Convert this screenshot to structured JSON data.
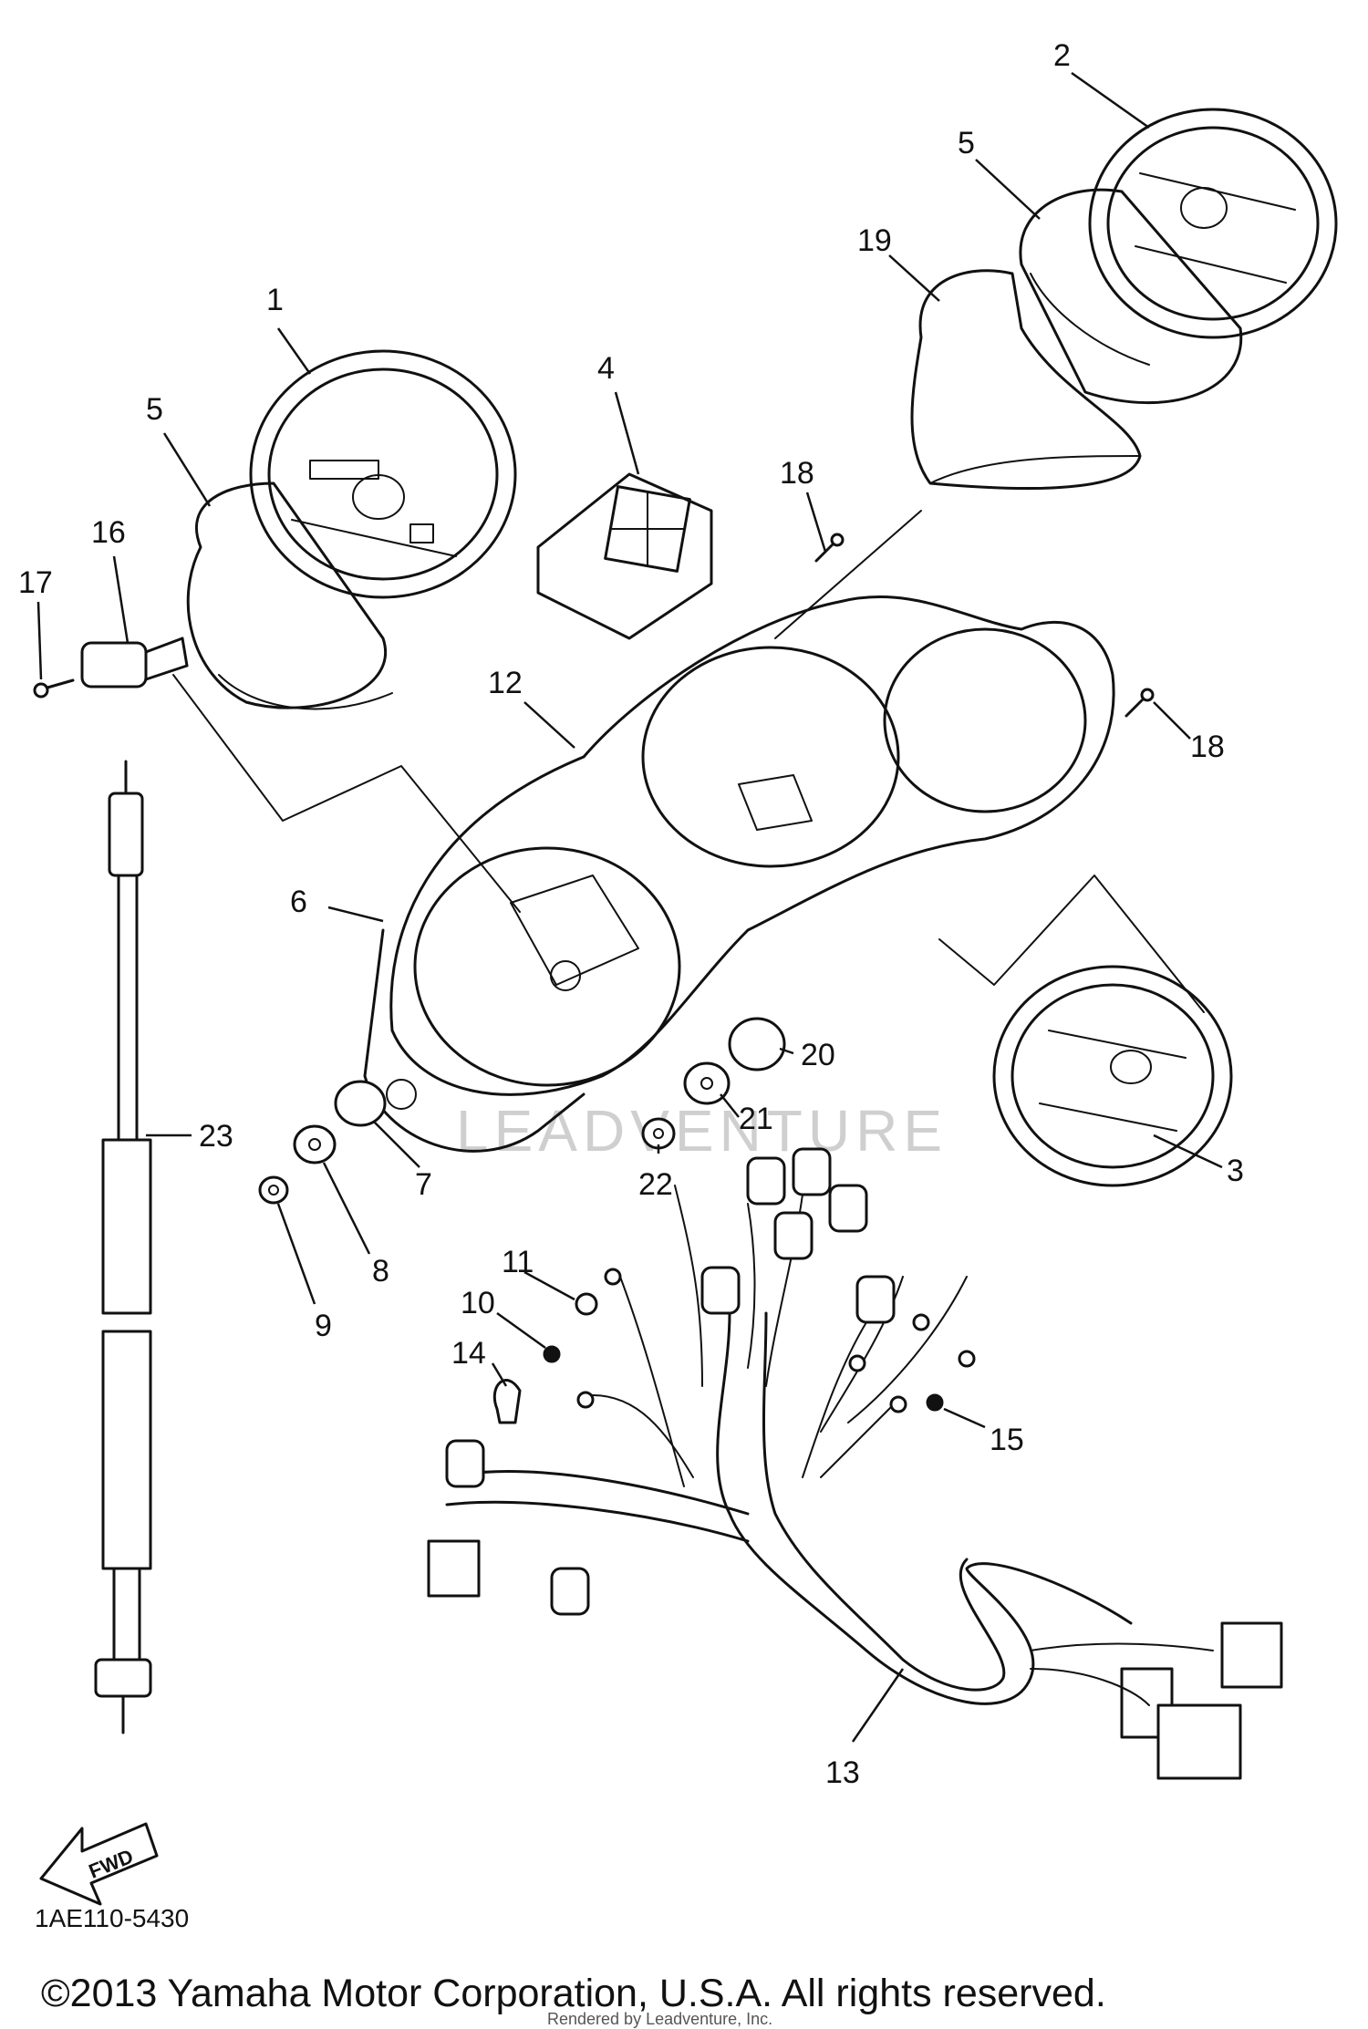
{
  "diagram": {
    "drawing_code": "1AE110-5430",
    "copyright": "©2013 Yamaha Motor Corporation, U.S.A. All rights reserved.",
    "credit": "Rendered by Leadventure, Inc.",
    "watermark": "LEADVENTURE",
    "fwd_label": "FWD",
    "callouts": {
      "c1": "1",
      "c2": "2",
      "c3": "3",
      "c4": "4",
      "c5a": "5",
      "c5b": "5",
      "c6": "6",
      "c7": "7",
      "c8": "8",
      "c9": "9",
      "c10": "10",
      "c11": "11",
      "c12": "12",
      "c13": "13",
      "c14": "14",
      "c15": "15",
      "c16": "16",
      "c17": "17",
      "c18a": "18",
      "c18b": "18",
      "c19": "19",
      "c20": "20",
      "c21": "21",
      "c22": "22",
      "c23": "23"
    }
  }
}
